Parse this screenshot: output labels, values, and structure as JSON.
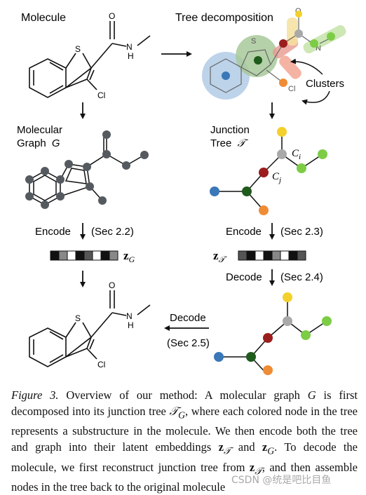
{
  "panels": {
    "molecule": "Molecule",
    "tree_decomposition": "Tree decomposition",
    "molecular_graph_line1": "Molecular",
    "molecular_graph_line2": "Graph",
    "molecular_graph_symbol": "G",
    "junction_tree_line1": "Junction",
    "junction_tree_line2": "Tree",
    "junction_tree_symbol": "𝒯",
    "clusters": "Clusters"
  },
  "atoms": {
    "sulfur": "S",
    "oxygen": "O",
    "nitrogen_h": "N",
    "hydrogen": "H",
    "chlorine": "Cl"
  },
  "tree_labels": {
    "ci": "C",
    "ci_sub": "i",
    "cj": "C",
    "cj_sub": "j"
  },
  "steps": {
    "encode_left": "Encode",
    "encode_left_ref": "(Sec 2.2)",
    "encode_right": "Encode",
    "encode_right_ref": "(Sec 2.3)",
    "decode_right": "Decode",
    "decode_right_ref": "(Sec 2.4)",
    "decode_bottom": "Decode",
    "decode_bottom_ref": "(Sec 2.5)"
  },
  "latents": {
    "z": "z",
    "g_sub": "G",
    "t_sub": "𝒯"
  },
  "caption": {
    "label": "Figure 3.",
    "text_1": " Overview of our method: A molecular graph ",
    "g": "G",
    "text_2": " is first decomposed into its junction tree ",
    "t": "𝒯",
    "t_sub": "G",
    "text_3": ", where each colored node in the tree represents a substructure in the molecule. We then encode both the tree and graph into their latent embeddings ",
    "zt": "z",
    "zt_sub": "𝒯",
    "and": " and ",
    "zg": "z",
    "zg_sub": "G",
    "text_4": ". To decode the molecule, we first reconstruct junction tree from ",
    "zt2": "z",
    "zt2_sub": "𝒯",
    "text_5": ", and then assemble nodes in the tree back to the original molecule"
  },
  "watermark": "CSDN @统是吧比目鱼",
  "colors": {
    "yellow": "#f3d02c",
    "green": "#7ccd45",
    "gray": "#a9a9a9",
    "darkred": "#9b1d1d",
    "darkgreen": "#1f5b1c",
    "blue": "#3a78b7",
    "orange": "#ef8c36",
    "atom_gray": "#555a60"
  }
}
